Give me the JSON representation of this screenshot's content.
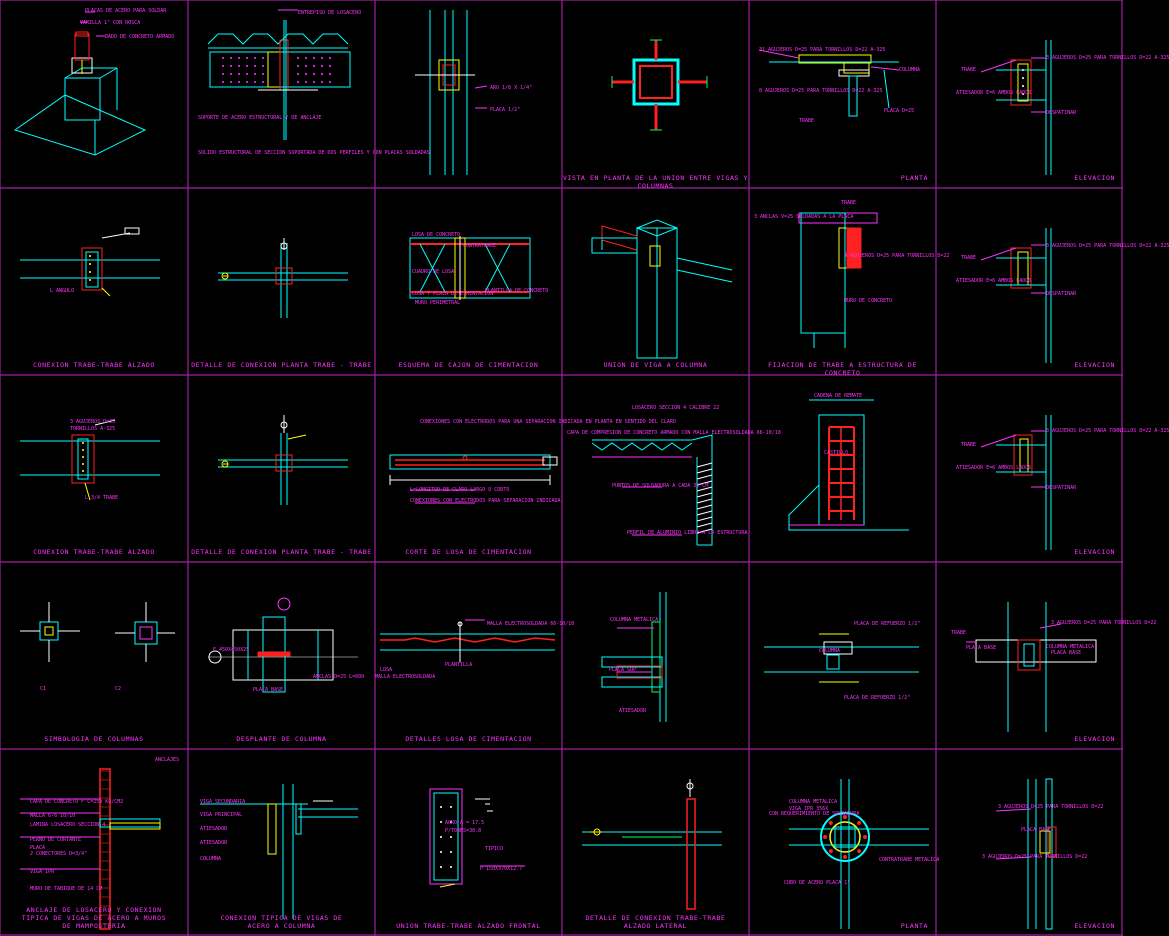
{
  "colors": {
    "bg": "#000000",
    "grid": "#a020a0",
    "magenta": "#ff33ff",
    "cyan": "#00ffff",
    "red": "#ff2020",
    "green": "#00ff66",
    "yellow": "#ffff00",
    "white": "#ffffff"
  },
  "cells": [
    {
      "row": 0,
      "col": 0,
      "caption": "",
      "labels": [
        "PLACAS DE ACERO PARA SOLDAR",
        "VARILLA 1\" CON ROSCA",
        "DADO DE CONCRETO ARMADO"
      ]
    },
    {
      "row": 0,
      "col": 1,
      "caption": "",
      "labels": [
        "ENTREPISO DE LOSACERO",
        "SOPORTE DE ACERO ESTRUCTURAL Y DE ANCLAJE",
        "SOLIDO ESTRUCTURAL DE SECCION SOPORTADA DE DOS PERFILES Y CON PLACAS SOLDADAS"
      ]
    },
    {
      "row": 0,
      "col": 2,
      "caption": "",
      "labels": [
        "ARO 1/8 X 1/4\"",
        "PLACA 1/2\""
      ]
    },
    {
      "row": 0,
      "col": 3,
      "caption": "VISTA EN PLANTA DE LA UNION ENTRE VIGAS Y COLUMNAS",
      "labels": []
    },
    {
      "row": 0,
      "col": 4,
      "caption": "PLANTA",
      "labels": [
        "31 AGUJEROS D=25 PARA TORNILLOS D=22 A-325",
        "COLUMNA",
        "8 AGUJEROS D=25 PARA TORNILLOS D=22 A-325",
        "PLACA D=25",
        "TRABE"
      ]
    },
    {
      "row": 0,
      "col": 5,
      "caption": "ELEVACION",
      "labels": [
        "TRABE",
        "3 AGUJEROS D=25 PARA TORNILLOS D=22 A-325",
        "ATIESADOR e=6 AMBOS LADOS",
        "DESPATINAR"
      ]
    },
    {
      "row": 1,
      "col": 0,
      "caption": "CONEXION TRABE-TRABE ALZADO",
      "labels": [
        "L ANGULO"
      ]
    },
    {
      "row": 1,
      "col": 1,
      "caption": "DETALLE DE CONEXION PLANTA TRABE - TRABE",
      "labels": []
    },
    {
      "row": 1,
      "col": 2,
      "caption": "ESQUEMA DE CAJON DE CIMENTACION",
      "labels": [
        "LOSA DE CONCRETO",
        "CONTRATRABE",
        "CUADRO DE LOSA",
        "LOSA Y PLACA DE CIMENTACION",
        "MURO PERIMETRAL",
        "PLANTILLA DE CONCRETO"
      ]
    },
    {
      "row": 1,
      "col": 3,
      "caption": "UNION DE VIGA A COLUMNA",
      "labels": []
    },
    {
      "row": 1,
      "col": 4,
      "caption": "FIJACION DE TRABE A ESTRUCTURA DE CONCRETO",
      "labels": [
        "TRABE",
        "3 ANCLAS V=25 SOLDADAS A LA PLACA",
        "4 AGUJEROS D=25 PARA TORNILLOS D=22",
        "MURO DE CONCRETO"
      ]
    },
    {
      "row": 1,
      "col": 5,
      "caption": "ELEVACION",
      "labels": [
        "TRABE",
        "3 AGUJEROS D=25 PARA TORNILLOS D=22 A-325",
        "ATIESADOR e=6 AMBOS LADOS",
        "DESPATINAR"
      ]
    },
    {
      "row": 2,
      "col": 0,
      "caption": "CONEXION TRABE-TRABE ALZADO",
      "labels": [
        "3 AGUJEROS D=25",
        "TORNILLOS A-325",
        "L 3/4 TRABE"
      ]
    },
    {
      "row": 2,
      "col": 1,
      "caption": "DETALLE DE CONEXION PLANTA TRABE - TRABE",
      "labels": []
    },
    {
      "row": 2,
      "col": 2,
      "caption": "CORTE DE LOSA DE CIMENTACION",
      "labels": [
        "CONEXIONES CON ELECTRODOS PARA UNA SEPARACION INDICADA EN PLANTA EN SENTIDO DEL CLARO",
        "L=LONGITUD DE CLARO LARGO O CORTO",
        "CONEXIONES CON ELECTRODOS PARA SEPARACION INDICADA"
      ]
    },
    {
      "row": 2,
      "col": 3,
      "caption": "",
      "labels": [
        "LOSACERO SECCION 4 CALIBRE 22",
        "CAPA DE COMPRESION DE CONCRETO ARMADO CON MALLA ELECTROSOLDADA 66-10/10",
        "PUNTOS DE SOLDADURA A CADA 30 CM",
        "PERFIL DE ALUMINIO LIBRE A LA ESTRUCTURA"
      ]
    },
    {
      "row": 2,
      "col": 4,
      "caption": "",
      "labels": [
        "CADENA DE REMATE",
        "CASTILLO"
      ]
    },
    {
      "row": 2,
      "col": 5,
      "caption": "ELEVACION",
      "labels": [
        "TRABE",
        "3 AGUJEROS D=25 PARA TORNILLOS D=22 A-325",
        "ATIESADOR e=6 AMBOS LADOS",
        "DESPATINAR"
      ]
    },
    {
      "row": 3,
      "col": 0,
      "caption": "SIMBOLOGIA DE COLUMNAS",
      "labels": [
        "C1",
        "C2"
      ]
    },
    {
      "row": 3,
      "col": 1,
      "caption": "DESPLANTE DE COLUMNA",
      "labels": [
        "F 450x450x25",
        "PLACA BASE",
        "ANCLAS D=25 L=600"
      ]
    },
    {
      "row": 3,
      "col": 2,
      "caption": "DETALLES LOSA DE CIMENTACION",
      "labels": [
        "MALLA ELECTROSOLDADA 66-10/10",
        "PLANTILLA",
        "LOSA",
        "MALLA ELECTROSOLDADA"
      ]
    },
    {
      "row": 3,
      "col": 3,
      "caption": "",
      "labels": [
        "COLUMNA METALICA",
        "PLACA SUP",
        "ATIESADOR"
      ]
    },
    {
      "row": 3,
      "col": 4,
      "caption": "",
      "labels": [
        "PLACA DE REFUERZO 1/2\"",
        "COLUMNA",
        "PLACA DE REFUERZO 1/2\""
      ]
    },
    {
      "row": 3,
      "col": 5,
      "caption": "ELEVACION",
      "labels": [
        "TRABE",
        "3 AGUJEROS D=25 PARA TORNILLOS D=22",
        "PLACA BASE",
        "COLUMNA METALICA",
        "PLACA BASE"
      ]
    },
    {
      "row": 4,
      "col": 0,
      "caption": "ANCLAJE DE LOSACERO Y CONEXION\nTIPICA DE VIGAS DE ACERO A MUROS\nDE MAMPOSTERIA",
      "labels": [
        "ANCLAJES",
        "CAPA DE CONCRETO F'C=250 KG/CM2",
        "MALLA 6-6 10/10",
        "LAMINA LOSACERO SECCION 4",
        "PERNO DE CORTANTE",
        "PLACA",
        "2 CONECTORES D=3/4\"",
        "VIGA IPR",
        "MURO DE TABIQUE DE 14 CM"
      ]
    },
    {
      "row": 4,
      "col": 1,
      "caption": "CONEXION TIPICA DE VIGAS DE\nACERO A COLUMNA",
      "labels": [
        "VIGA SECUNDARIA",
        "VIGA PRINCIPAL",
        "ATIESADOR",
        "ATIESADOR",
        "COLUMNA"
      ]
    },
    {
      "row": 4,
      "col": 2,
      "caption": "UNION TRABE-TRABE ALZADO FRONTAL",
      "labels": [
        "AGRO A = 17.5",
        "P/TORNS=30.8",
        "TIPICO",
        "P 150x370x12.7"
      ]
    },
    {
      "row": 4,
      "col": 3,
      "caption": "DETALLE DE CONEXION TRABE-TRABE\nALZADO LATERAL",
      "labels": []
    },
    {
      "row": 4,
      "col": 4,
      "caption": "PLANTA",
      "labels": [
        "COLUMNA METALICA",
        "VIGA IPR 356X",
        "CON REQUERIMIENTO DE SOLDADURA",
        "CONTRATRABE METALICA",
        "CUBO DE ACERO PLACA 1\""
      ]
    },
    {
      "row": 4,
      "col": 5,
      "caption": "ELEVACION",
      "labels": [
        "3 AGUJEROS D=25 PARA TORNILLOS D=22",
        "PLACA BASE",
        "3 AGUJEROS D=25 PARA TORNILLOS D=22"
      ]
    }
  ]
}
